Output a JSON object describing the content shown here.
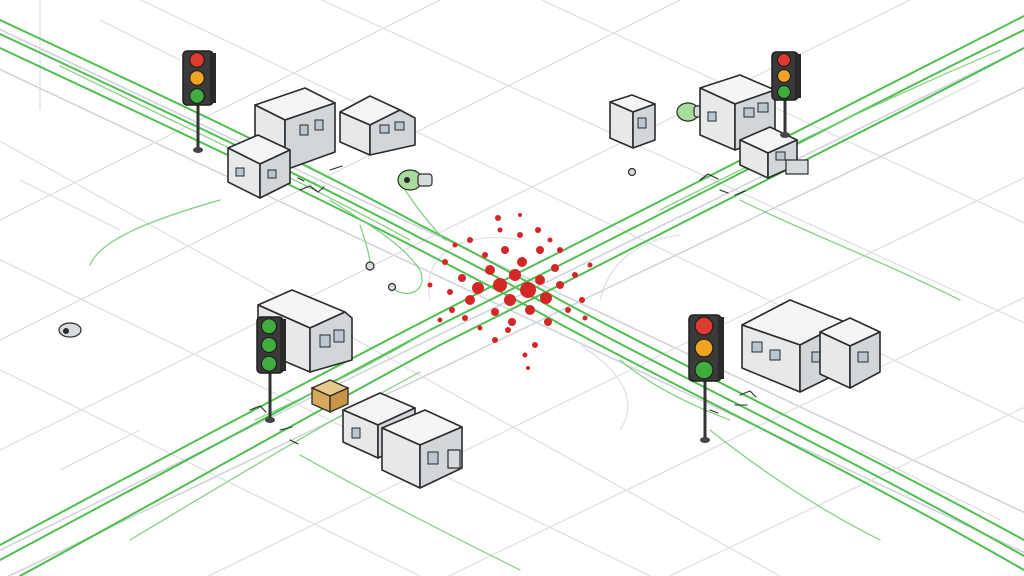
{
  "scene": {
    "colors": {
      "background": "#ffffff",
      "grid": "#dde2e6",
      "traffic_flow": "#4fbf4f",
      "congestion": "#d42626",
      "light_red": "#e03a2e",
      "light_amber": "#f2a321",
      "light_green": "#3fae3f",
      "light_off": "#555555"
    },
    "traffic_lights": [
      {
        "id": "north-west",
        "active": "all"
      },
      {
        "id": "north-east",
        "active": "all"
      },
      {
        "id": "south-west",
        "active": "green"
      },
      {
        "id": "south-east",
        "active": "all"
      }
    ],
    "icons": [
      "traffic-light-icon",
      "building-icon",
      "sensor-icon",
      "delivery-box-icon"
    ]
  }
}
